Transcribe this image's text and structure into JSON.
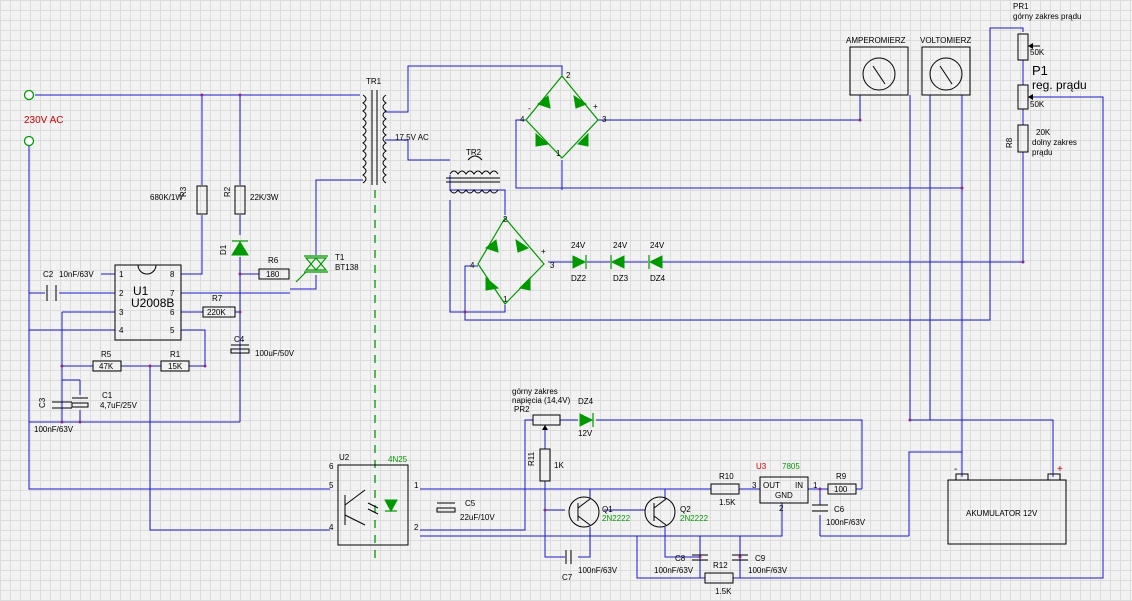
{
  "supply": {
    "label": "230V AC"
  },
  "transformers": {
    "tr1": {
      "ref": "TR1",
      "secondary": "17,5V AC"
    },
    "tr2": {
      "ref": "TR2"
    }
  },
  "ic_u1": {
    "ref": "U1",
    "part": "U2008B",
    "pins": [
      "1",
      "2",
      "3",
      "4",
      "5",
      "6",
      "7",
      "8"
    ]
  },
  "resistors": {
    "r1": {
      "ref": "R1",
      "value": "15K"
    },
    "r2": {
      "ref": "R2",
      "value": "22K/3W"
    },
    "r3": {
      "ref": "R3",
      "value": "680K/1W"
    },
    "r5": {
      "ref": "R5",
      "value": "47K"
    },
    "r6": {
      "ref": "R6",
      "value": "180"
    },
    "r7": {
      "ref": "R7",
      "value": "220K"
    },
    "r8": {
      "ref": "R8",
      "value": "20K",
      "desc1": "dolny zakres",
      "desc2": "prądu"
    },
    "r9": {
      "ref": "R9",
      "value": "100"
    },
    "r10": {
      "ref": "R10",
      "value": "1.5K"
    },
    "r11": {
      "ref": "R11",
      "value": "1K"
    },
    "r12": {
      "ref": "R12",
      "value": "1.5K"
    }
  },
  "pots": {
    "pr1": {
      "ref": "PR1",
      "desc": "górny zakres prądu",
      "value": "50K"
    },
    "p1": {
      "ref": "P1",
      "desc": "reg. prądu",
      "value": "50K"
    },
    "pr2": {
      "ref": "PR2",
      "desc1": "górny zakres",
      "desc2": "napięcia (14,4V)"
    }
  },
  "capacitors": {
    "c1": {
      "ref": "C1",
      "value": "4,7uF/25V"
    },
    "c2": {
      "ref": "C2",
      "value": "10nF/63V"
    },
    "c3": {
      "ref": "C3",
      "value": "100nF/63V"
    },
    "c4": {
      "ref": "C4",
      "value": "100uF/50V"
    },
    "c5": {
      "ref": "C5",
      "value": "22uF/10V"
    },
    "c6": {
      "ref": "C6",
      "value": "100nF/63V"
    },
    "c7": {
      "ref": "C7",
      "value": "100nF/63V"
    },
    "c8": {
      "ref": "C8",
      "value": "100nF/63V"
    },
    "c9": {
      "ref": "C9",
      "value": "100nF/63V"
    }
  },
  "diodes": {
    "d1": {
      "ref": "D1"
    },
    "dz2": {
      "ref": "DZ2",
      "value": "24V"
    },
    "dz3": {
      "ref": "DZ3",
      "value": "24V"
    },
    "dz4": {
      "ref": "DZ4",
      "value": "24V"
    },
    "dz_ref": {
      "ref": "DZ4",
      "value": "12V"
    }
  },
  "triac": {
    "ref": "T1",
    "part": "BT138"
  },
  "optocoupler": {
    "ref": "U2",
    "part": "4N25",
    "pins": {
      "p1": "1",
      "p2": "2",
      "p4": "4",
      "p5": "5",
      "p6": "6"
    }
  },
  "transistors": {
    "q1": {
      "ref": "Q1",
      "part": "2N2222"
    },
    "q2": {
      "ref": "Q2",
      "part": "2N2222"
    }
  },
  "regulator": {
    "ref": "U3",
    "part": "7805",
    "out": "OUT",
    "in": "IN",
    "gnd": "GND",
    "pins": {
      "p1": "1",
      "p2": "2",
      "p3": "3"
    }
  },
  "meters": {
    "ammeter": "AMPEROMIERZ",
    "voltmeter": "VOLTOMIERZ"
  },
  "battery": {
    "label": "AKUMULATOR 12V",
    "minus": "-",
    "plus": "+"
  },
  "bridge": {
    "pins": [
      "1",
      "2",
      "3",
      "4"
    ],
    "plus": "+",
    "minus": "-"
  },
  "colors": {
    "wire": "#1a1acc",
    "component": "#000000",
    "semiconductor": "#009900",
    "reference": "#cc0000"
  }
}
